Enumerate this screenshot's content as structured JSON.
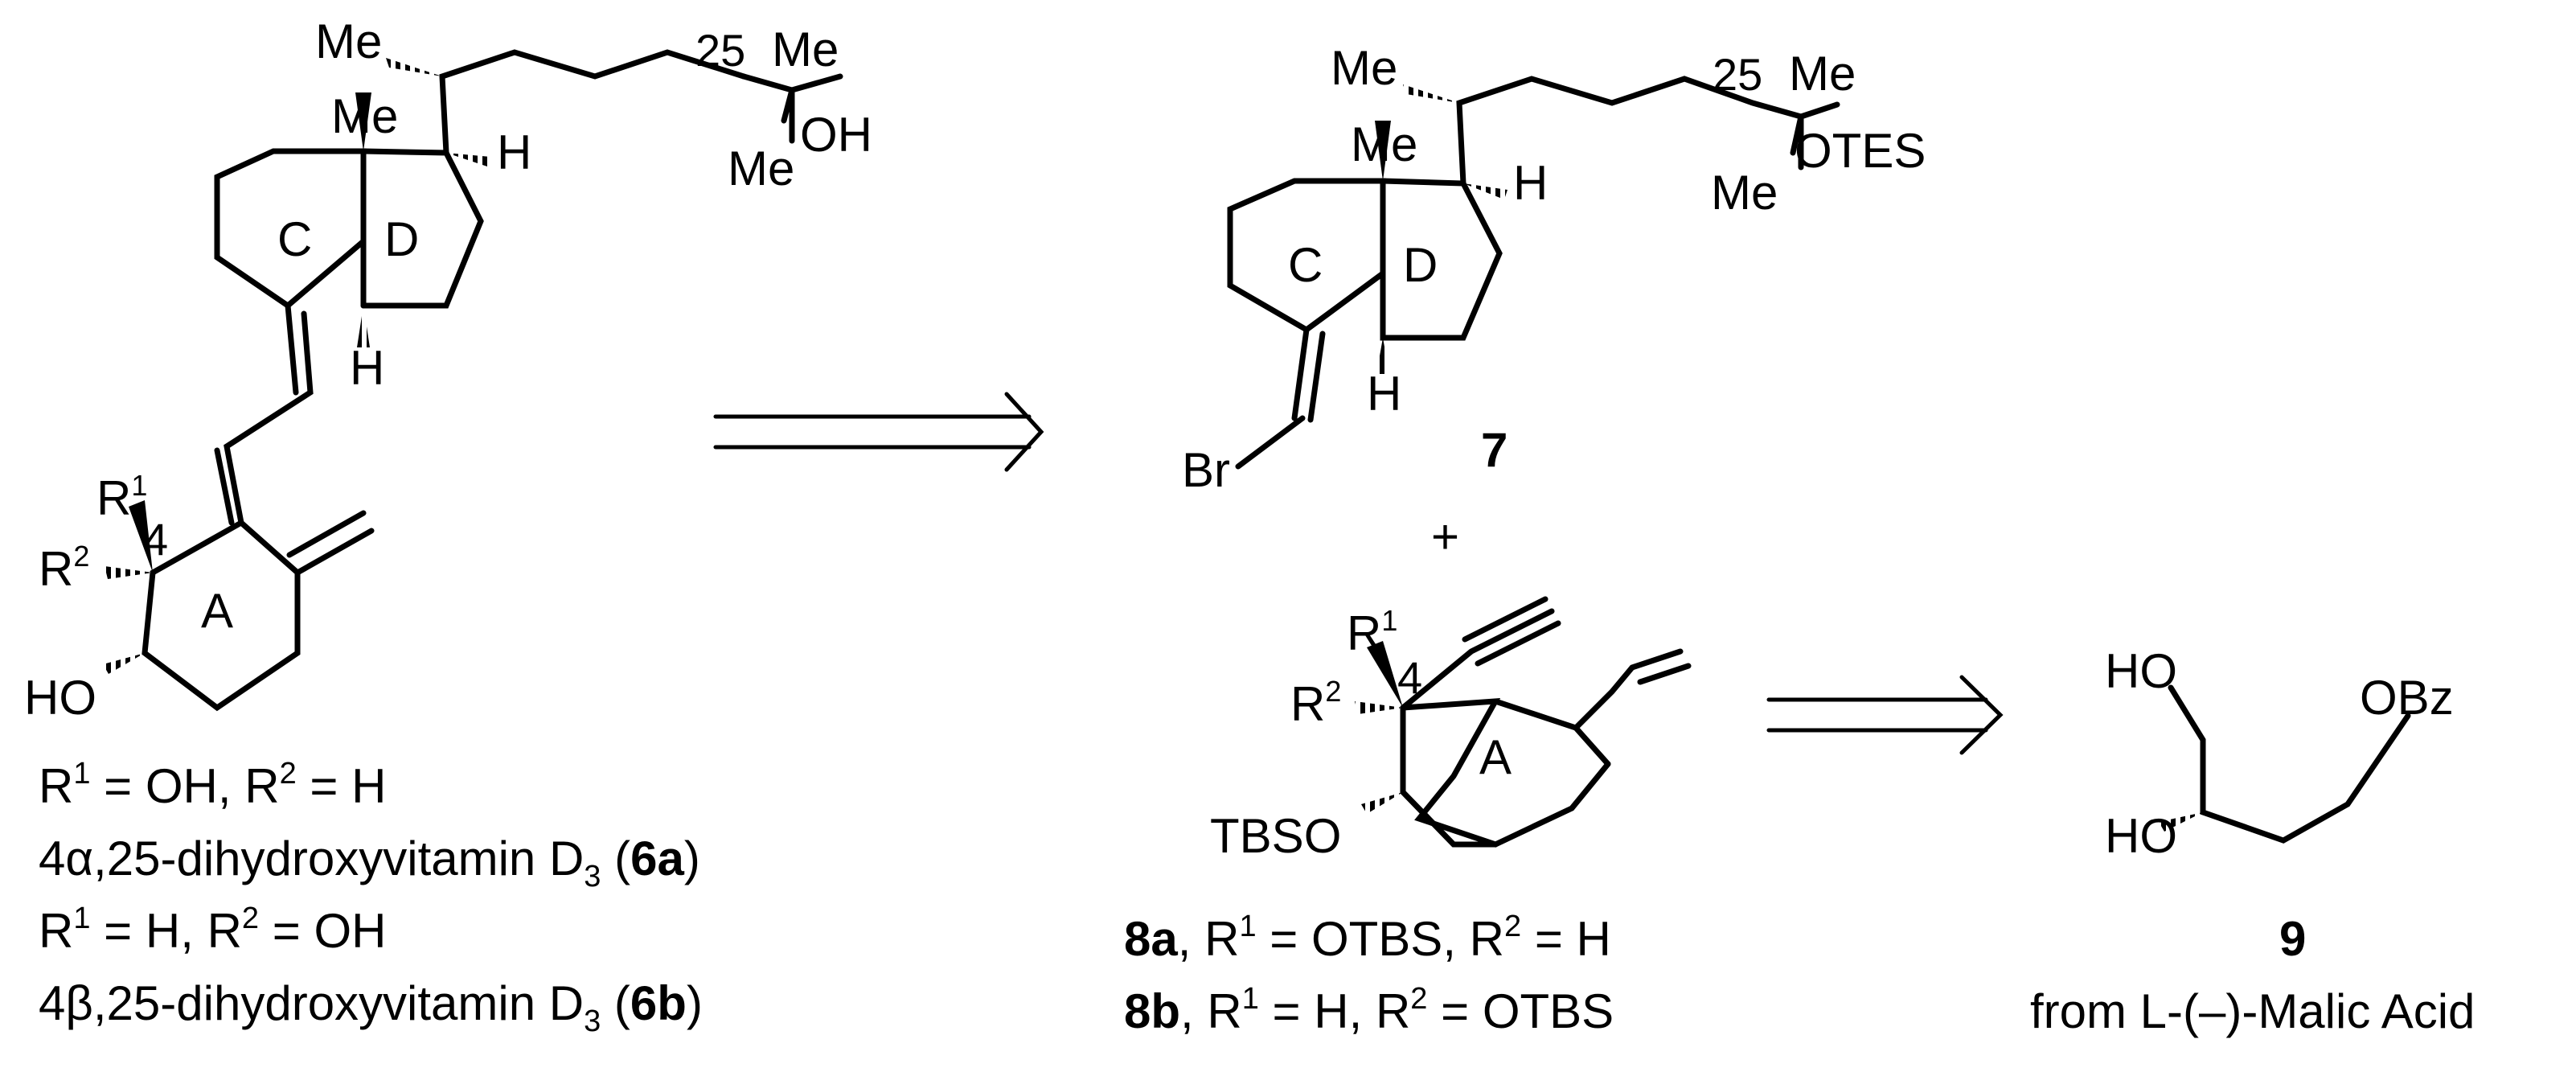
{
  "atoms": {
    "me": "Me",
    "h": "H",
    "oh": "OH",
    "otes": "OTES",
    "br": "Br",
    "ho": "HO",
    "tbso": "TBSO",
    "obz": "OBz",
    "c25": "25",
    "c4": "4",
    "r": "R",
    "one": "1",
    "two": "2"
  },
  "rings": {
    "a": "A",
    "c": "C",
    "d": "D"
  },
  "compounds": {
    "c7": "7",
    "c9": "9",
    "c8a": "8a",
    "c8b": "8b",
    "c6a": "6a",
    "c6b": "6b"
  },
  "plus": "+",
  "text": {
    "eq": " = ",
    "comma": ", ",
    "h": "H",
    "oh": "OH",
    "otbs": "OTBS",
    "alpha_name": "4α,25-dihydroxyvitamin D",
    "beta_name": "4β,25-dihydroxyvitamin D",
    "sub3": "3",
    "open": " (",
    "close": ")",
    "source": "from L-(–)-Malic Acid"
  }
}
